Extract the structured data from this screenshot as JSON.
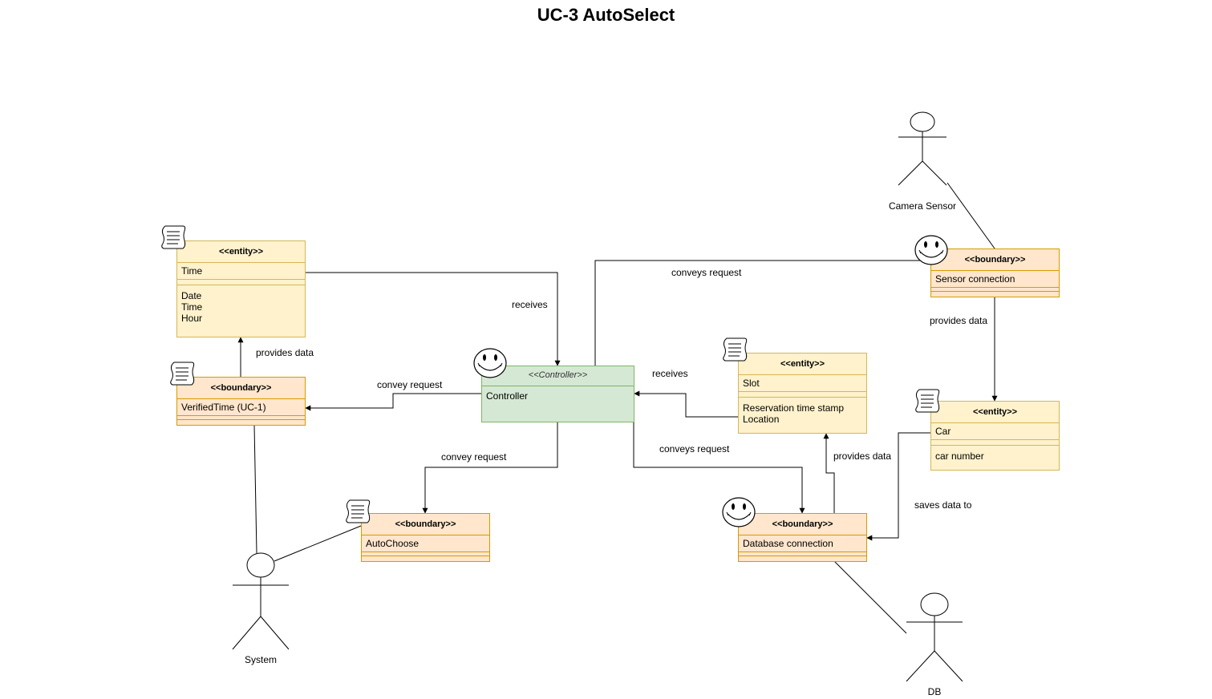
{
  "title": "UC-3 AutoSelect",
  "classes": {
    "time": {
      "stereotype": "<<entity>>",
      "attr": "Time",
      "ops": [
        "Date",
        "Time",
        "Hour"
      ]
    },
    "verified_time": {
      "stereotype": "<<boundary>>",
      "attr": "VerifiedTime (UC-1)"
    },
    "controller": {
      "stereotype": "<<Controller>>",
      "attr": "Controller"
    },
    "auto_choose": {
      "stereotype": "<<boundary>>",
      "attr": "AutoChoose"
    },
    "slot": {
      "stereotype": "<<entity>>",
      "attr": "Slot",
      "ops": [
        "Reservation time stamp",
        "Location"
      ]
    },
    "database": {
      "stereotype": "<<boundary>>",
      "attr": "Database connection"
    },
    "sensor": {
      "stereotype": "<<boundary>>",
      "attr": "Sensor connection"
    },
    "car": {
      "stereotype": "<<entity>>",
      "attr": "Car",
      "ops": [
        "car number"
      ]
    }
  },
  "actors": {
    "camera": "Camera Sensor",
    "system": "System",
    "db": "DB"
  },
  "edge_labels": {
    "time_receives": "receives",
    "verified_provides": "provides data",
    "convey_verified": "convey request",
    "convey_auto": "convey request",
    "slot_receives": "receives",
    "conveys_db": "conveys request",
    "db_provides": "provides data",
    "sensor_conveys": "conveys request",
    "sensor_provides": "provides data",
    "car_saves": "saves data to"
  },
  "colors": {
    "entity_fill": "#fff2cc",
    "entity_stroke": "#d6b656",
    "boundary_fill": "#ffe6cc",
    "boundary_stroke": "#d79b00",
    "controller_fill": "#d5e8d4",
    "controller_stroke": "#82b366"
  },
  "icons": [
    "scroll-icon",
    "smiley-icon",
    "stick-figure-icon"
  ]
}
